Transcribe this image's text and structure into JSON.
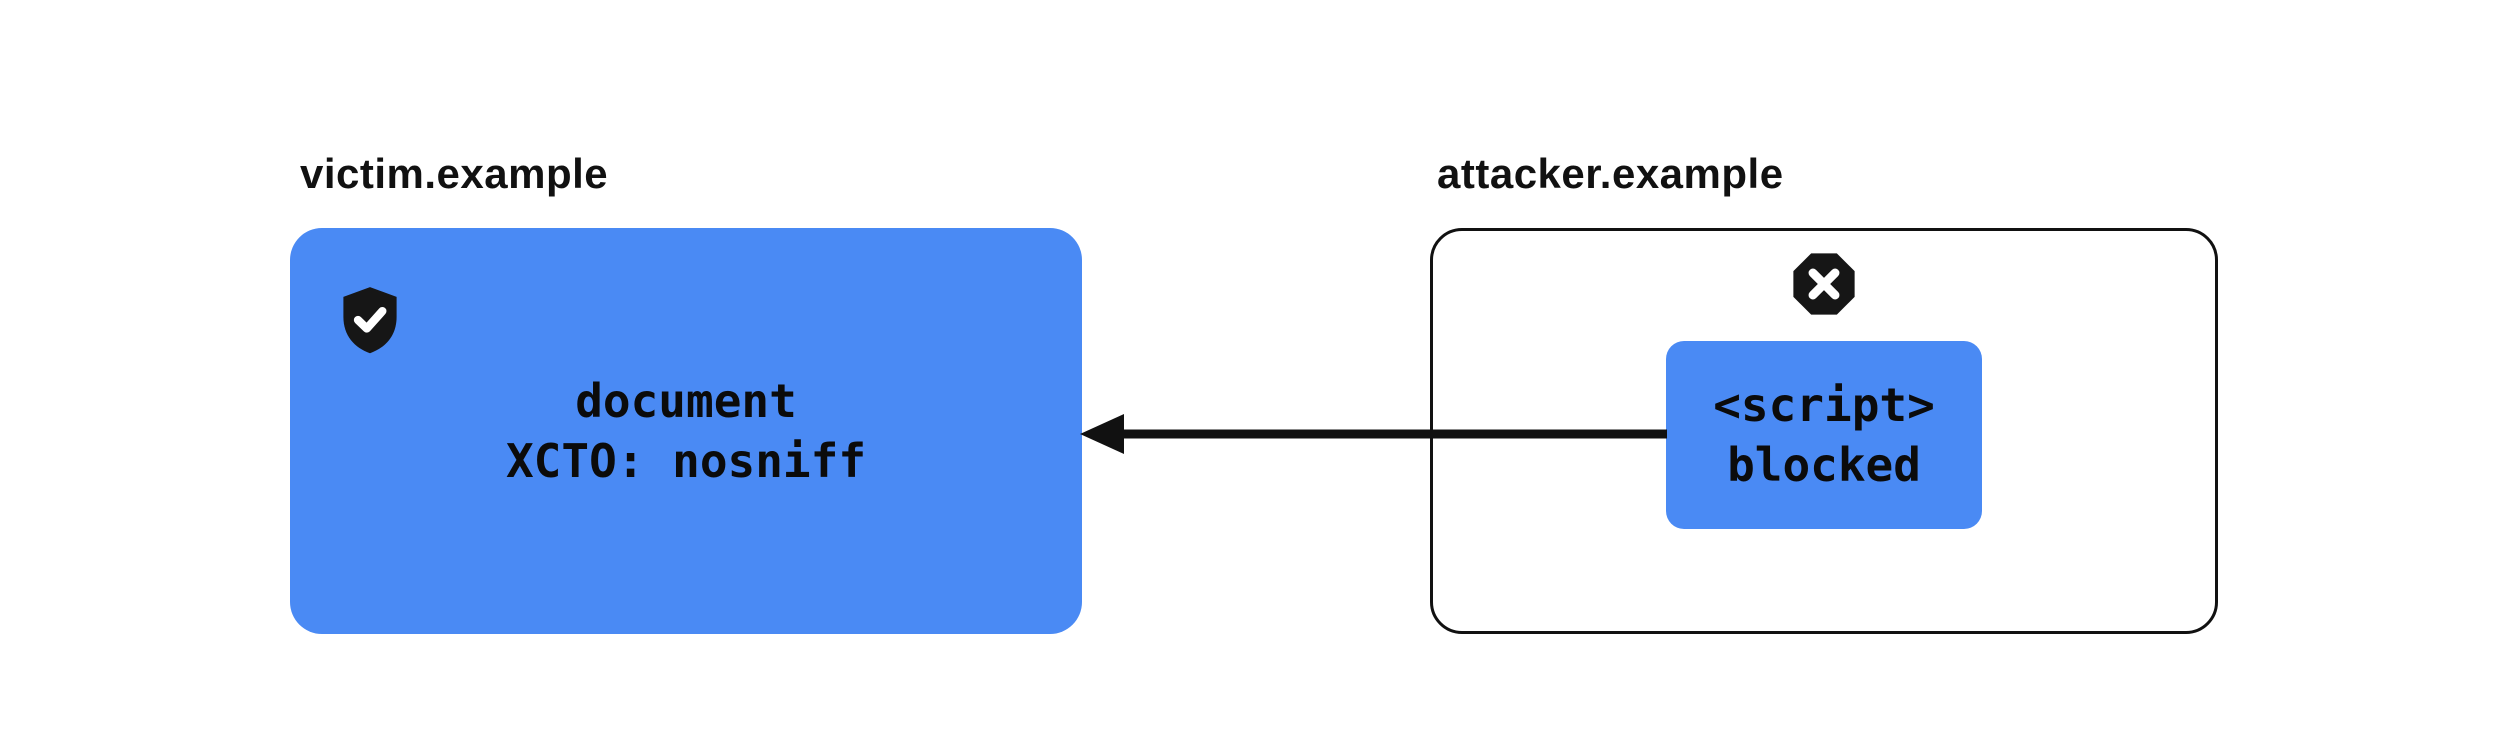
{
  "diagram": {
    "victim": {
      "label": "victim.example",
      "icon": "shield-check-icon",
      "box_line1": "document",
      "box_line2": "XCTO: nosniff"
    },
    "attacker": {
      "label": "attacker.example",
      "icon": "x-octagon-icon",
      "script_line1": "<script>",
      "script_line2": "blocked"
    },
    "arrow": {
      "direction": "right-to-left",
      "meaning": "blocked script response toward victim document"
    }
  },
  "colors": {
    "accent_blue": "#4a8af4",
    "ink": "#111111",
    "background": "#ffffff",
    "icon_fill": "#161616",
    "icon_glyph": "#ffffff"
  }
}
